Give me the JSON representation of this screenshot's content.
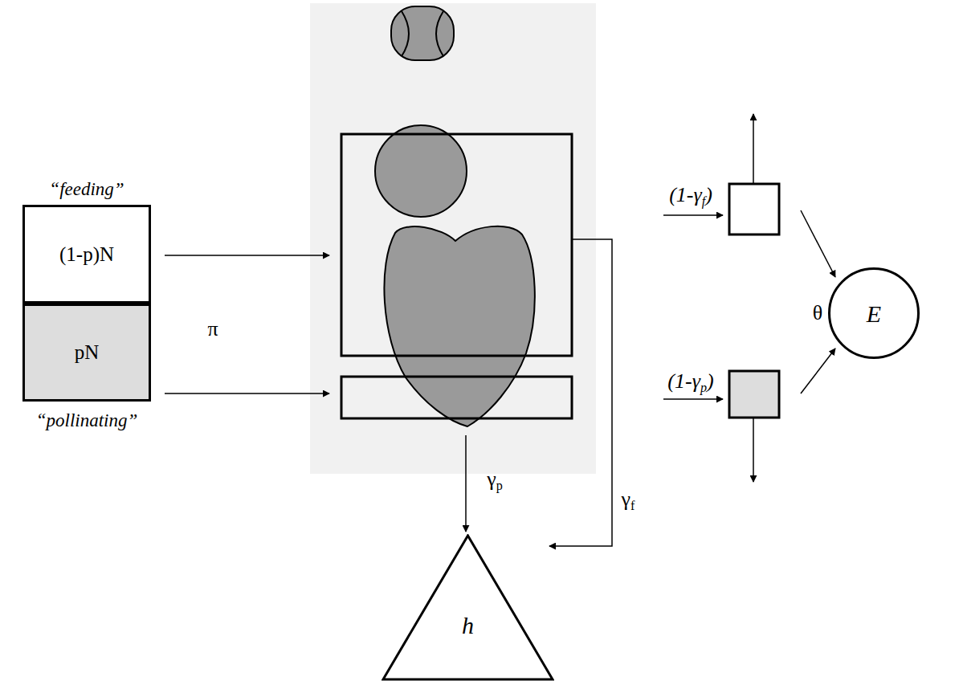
{
  "diagram": {
    "nodes": [
      {
        "text": [
          "“feeding”",
          "(1-p)N"
        ]
      },
      {
        "text": [
          "pN",
          "“pollinating”"
        ]
      },
      {
        "text": [
          "h"
        ]
      },
      {
        "text": [
          "E"
        ]
      }
    ],
    "labels": [
      "π",
      "(1-γf)",
      "(1-γp)",
      "θ",
      "γp",
      "γf"
    ]
  }
}
